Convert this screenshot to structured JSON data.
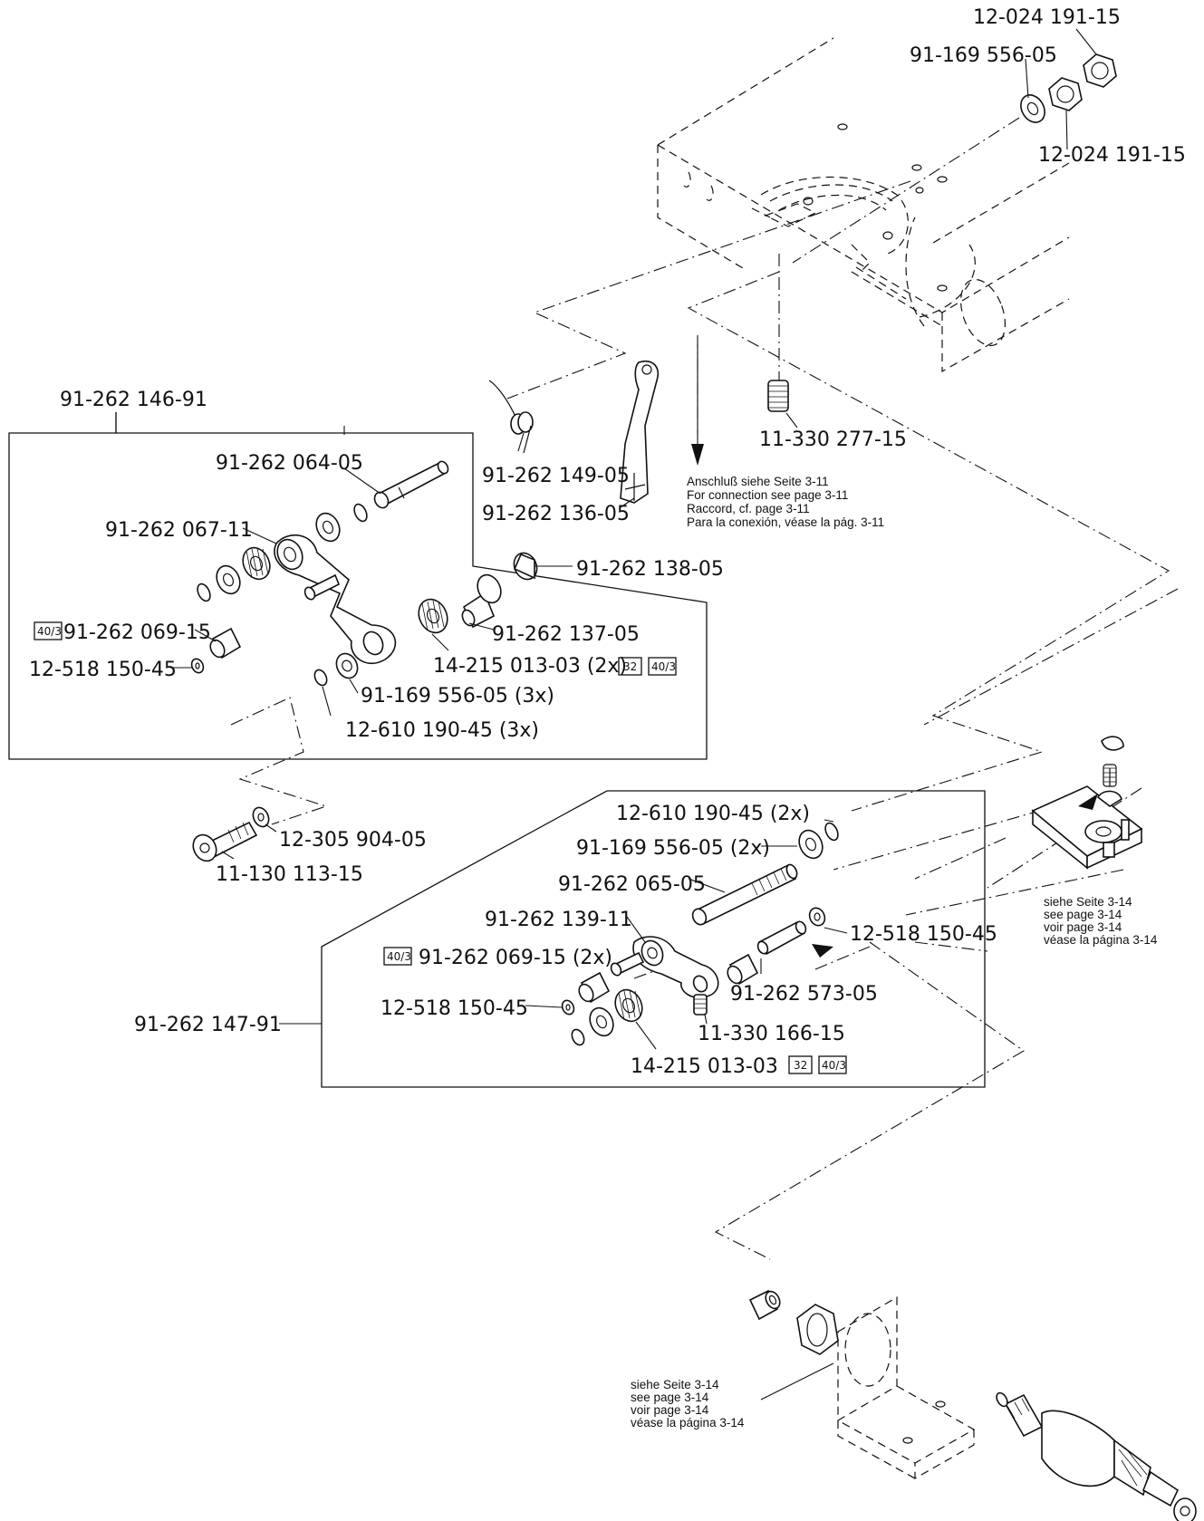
{
  "callouts": {
    "nut_top": "12-024 191-15",
    "washer_top": "91-169 556-05",
    "nut_top2": "12-024 191-15",
    "assembly_upper": "91-262 146-91",
    "screw_top": "11-330 277-15",
    "spring": "91-262 149-05",
    "lever": "91-262 136-05",
    "pin_upper": "91-262 064-05",
    "crank_upper": "91-262 067-11",
    "bushing_upper": "91-262 138-05",
    "bolt_upper": "91-262 137-05",
    "sleeve_upper": "91-262 069-15",
    "ring_upper": "12-518 150-45",
    "bearing_upper": "14-215 013-03 (2x)",
    "washer_upper": "91-169 556-05 (3x)",
    "circlip_upper": "12-610 190-45 (3x)",
    "washer_small": "12-305 904-05",
    "screw_cap": "11-130 113-15",
    "circlip_lower": "12-610 190-45 (2x)",
    "washer_lower": "91-169 556-05 (2x)",
    "shaft_lower": "91-262 065-05",
    "crank_lower": "91-262 139-11",
    "ring_lower_right": "12-518 150-45",
    "sleeve_lower": "91-262 069-15 (2x)",
    "ring_lower_left": "12-518 150-45",
    "pin_lower": "91-262 573-05",
    "assembly_lower": "91-262 147-91",
    "screw_lower": "11-330 166-15",
    "bearing_lower": "14-215  013-03"
  },
  "ref_boxes": {
    "r40_3": "40/3",
    "r32": "32"
  },
  "notes": {
    "connection": [
      "Anschluß siehe Seite 3-11",
      "For connection see page 3-11",
      "Raccord, cf. page 3-11",
      "Para la conexión, véase la pág. 3-11"
    ],
    "page_ref_right": [
      "siehe Seite 3-14",
      "see page 3-14",
      "voir page 3-14",
      "véase la página 3-14"
    ],
    "page_ref_bottom": [
      "siehe Seite 3-14",
      "see page 3-14",
      "voir page 3-14",
      "véase la página 3-14"
    ]
  }
}
